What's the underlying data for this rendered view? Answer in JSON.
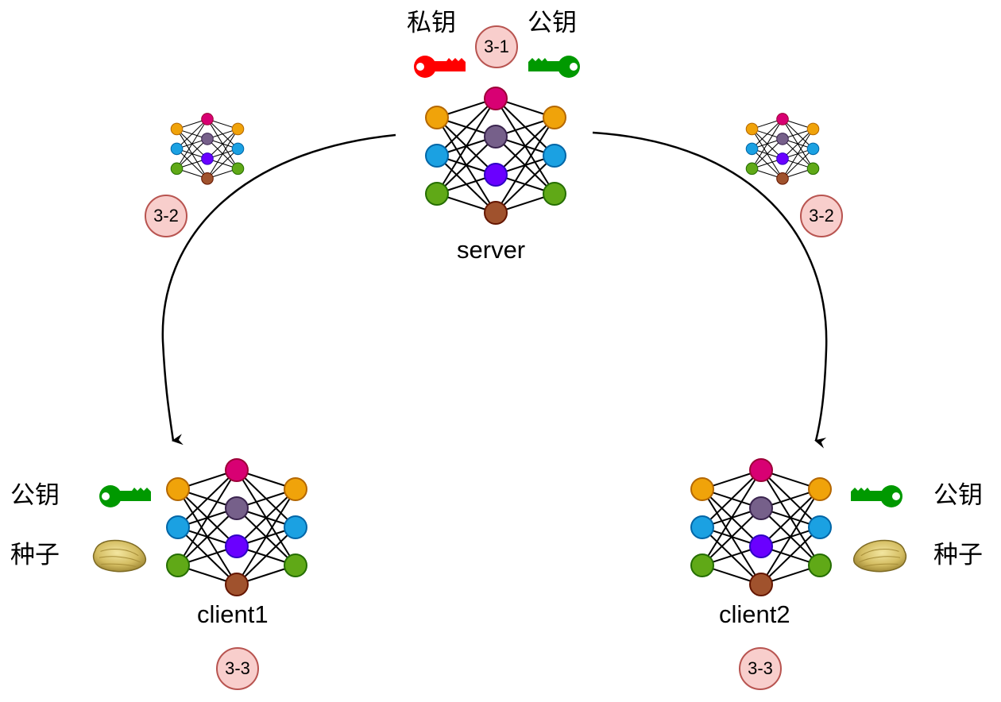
{
  "server": {
    "label": "server",
    "private_key_label": "私钥",
    "public_key_label": "公钥",
    "step_badge": "3-1"
  },
  "transfer": {
    "left_step_badge": "3-2",
    "right_step_badge": "3-2"
  },
  "client1": {
    "label": "client1",
    "public_key_label": "公钥",
    "seed_label": "种子",
    "step_badge": "3-3"
  },
  "client2": {
    "label": "client2",
    "public_key_label": "公钥",
    "seed_label": "种子",
    "step_badge": "3-3"
  },
  "colors": {
    "private_key": "#ff0000",
    "public_key": "#009900",
    "badge_fill": "#f8cecc",
    "badge_stroke": "#b85450",
    "node_orange": "#f0a30a",
    "node_blue": "#1ba1e2",
    "node_green": "#60a917",
    "node_pink": "#d80073",
    "node_gray": "#76608a",
    "node_violet": "#6a00ff",
    "node_brown": "#a0522d",
    "seed": "#d4bd62"
  }
}
